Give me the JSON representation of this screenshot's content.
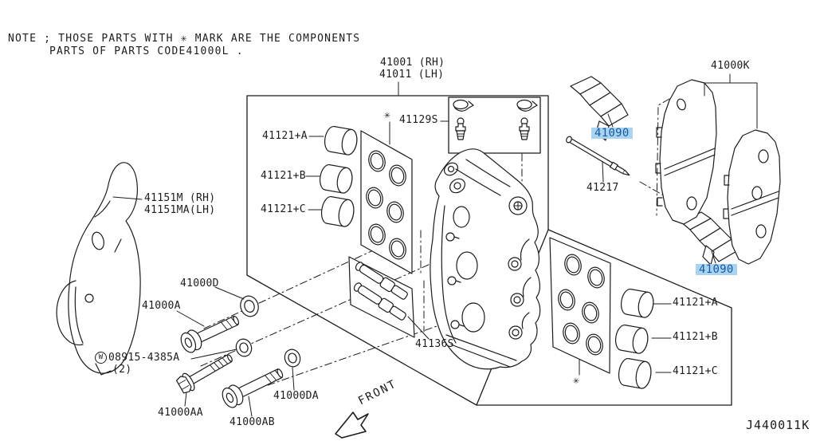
{
  "note": {
    "line1": "NOTE ; THOSE PARTS WITH ✳ MARK ARE THE COMPONENTS",
    "line2": "PARTS OF PARTS CODE41000L ."
  },
  "component_mark": "✳",
  "parts": {
    "caliper_assembly_rh": "41001 (RH)",
    "caliper_assembly_lh": "41011 (LH)",
    "seal_kit": "41129S",
    "dust_shield_rh": "41151M (RH)",
    "dust_shield_lh": "41151MA(LH)",
    "piston_a": "41121+A",
    "piston_b": "41121+B",
    "piston_c": "41121+C",
    "washer_d": "41000D",
    "bolt_a": "41000A",
    "washer_w_symbol": "W",
    "washer_w": "08915-4385A",
    "washer_w_qty": "(2)",
    "bolt_aa": "41000AA",
    "bolt_ab": "41000AB",
    "washer_da": "41000DA",
    "pin_kit": "41136S",
    "pad_retainer": "41090",
    "pad_pin": "41217",
    "pad_kit": "41000K"
  },
  "front_label": "FRONT",
  "diagram_code": "J440011K",
  "colors": {
    "line": "#1c1c1c",
    "highlight_bg": "#a9d4f1",
    "highlight_text": "#19599f"
  }
}
